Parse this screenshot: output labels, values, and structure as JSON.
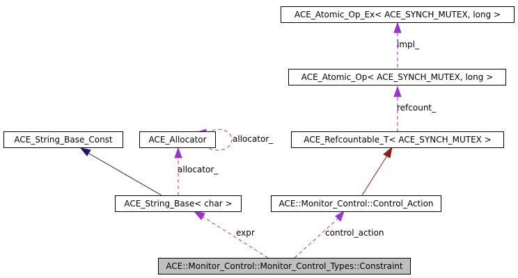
{
  "colors": {
    "usage_edge": "#9a32cd",
    "public_inheritance_edge": "#191970",
    "template_instance_edge": "#8b1a1a",
    "focus_node_fill": "#bfbfbf"
  },
  "nodes": {
    "atomic_op_ex": "ACE_Atomic_Op_Ex< ACE_SYNCH_MUTEX, long >",
    "atomic_op": "ACE_Atomic_Op< ACE_SYNCH_MUTEX, long >",
    "string_base_const": "ACE_String_Base_Const",
    "allocator": "ACE_Allocator",
    "refcountable": "ACE_Refcountable_T< ACE_SYNCH_MUTEX >",
    "string_base_char": "ACE_String_Base< char >",
    "control_action": "ACE::Monitor_Control::Control_Action",
    "constraint": "ACE::Monitor_Control::Monitor_Control_Types::Constraint"
  },
  "edge_labels": {
    "impl": "impl_",
    "refcount": "refcount_",
    "allocator_self": "allocator_",
    "allocator": "allocator_",
    "expr": "expr",
    "control_action": "control_action"
  }
}
